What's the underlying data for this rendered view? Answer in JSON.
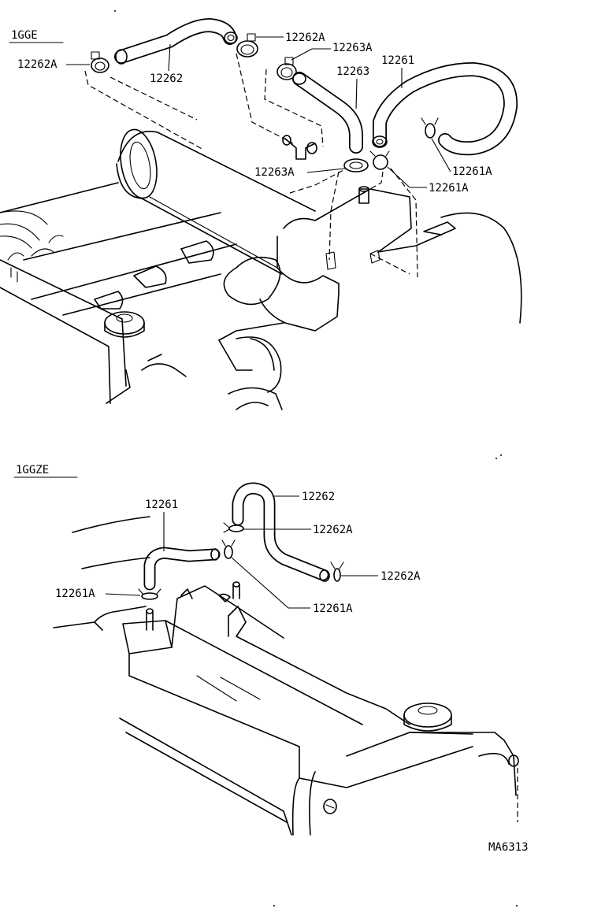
{
  "sections": {
    "top": {
      "engine_code": "1GGE"
    },
    "bottom": {
      "engine_code": "1GGZE"
    }
  },
  "callouts_top": {
    "clamp_left": "12262A",
    "hose_12262": "12262",
    "clamp_right": "12262A",
    "clamp_12263a_upper": "12263A",
    "hose_12263": "12263",
    "hose_12261": "12261",
    "clamp_12261a_upper": "12261A",
    "clamp_12263a_lower": "12263A",
    "clamp_12261a_lower": "12261A"
  },
  "callouts_bottom": {
    "hose_12261": "12261",
    "hose_12262": "12262",
    "clamp_12262a_upper": "12262A",
    "clamp_12262a_lower": "12262A",
    "clamp_12261a_left": "12261A",
    "clamp_12261a_right": "12261A"
  },
  "figure_code": "MA6313"
}
